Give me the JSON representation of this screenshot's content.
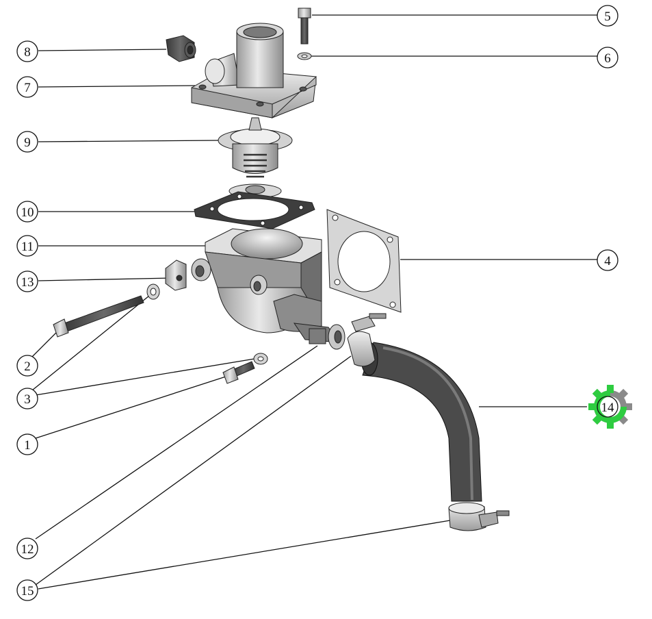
{
  "diagram": {
    "labels": [
      {
        "id": "callout-1",
        "text": "1"
      },
      {
        "id": "callout-2",
        "text": "2"
      },
      {
        "id": "callout-3",
        "text": "3"
      },
      {
        "id": "callout-4",
        "text": "4"
      },
      {
        "id": "callout-5",
        "text": "5"
      },
      {
        "id": "callout-6",
        "text": "6"
      },
      {
        "id": "callout-7",
        "text": "7"
      },
      {
        "id": "callout-8",
        "text": "8"
      },
      {
        "id": "callout-9",
        "text": "9"
      },
      {
        "id": "callout-10",
        "text": "10"
      },
      {
        "id": "callout-11",
        "text": "11"
      },
      {
        "id": "callout-12",
        "text": "12"
      },
      {
        "id": "callout-13",
        "text": "13"
      },
      {
        "id": "callout-14",
        "text": "14"
      },
      {
        "id": "callout-15",
        "text": "15"
      }
    ],
    "colors": {
      "line": "#111111",
      "metal_light": "#e4e4e4",
      "metal_mid": "#b9b9b9",
      "metal_dark": "#7d7d7d",
      "hose": "#4a4a4a",
      "gear_green": "#2ecc40",
      "gear_gray": "#8a8a8a"
    },
    "icons": [
      "settings-gear-icon"
    ]
  }
}
